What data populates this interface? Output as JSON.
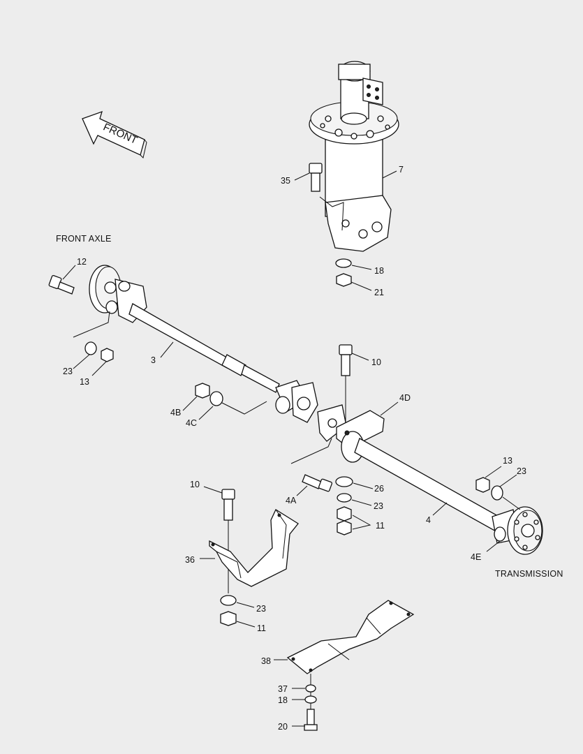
{
  "sections": {
    "front_axle": "FRONT AXLE",
    "transmission": "TRANSMISSION",
    "front_arrow": "FRONT"
  },
  "parts": {
    "p7": "7",
    "p35": "35",
    "p18a": "18",
    "p21": "21",
    "p12": "12",
    "p23a": "23",
    "p13a": "13",
    "p3": "3",
    "p10a": "10",
    "p4D": "4D",
    "p4B": "4B",
    "p4C": "4C",
    "p13b": "13",
    "p23b": "23",
    "p10b": "10",
    "p4A": "4A",
    "p26": "26",
    "p23c": "23",
    "p11a": "11",
    "p4": "4",
    "p4E": "4E",
    "p36": "36",
    "p23d": "23",
    "p11b": "11",
    "p38": "38",
    "p37": "37",
    "p18b": "18",
    "p20": "20"
  }
}
